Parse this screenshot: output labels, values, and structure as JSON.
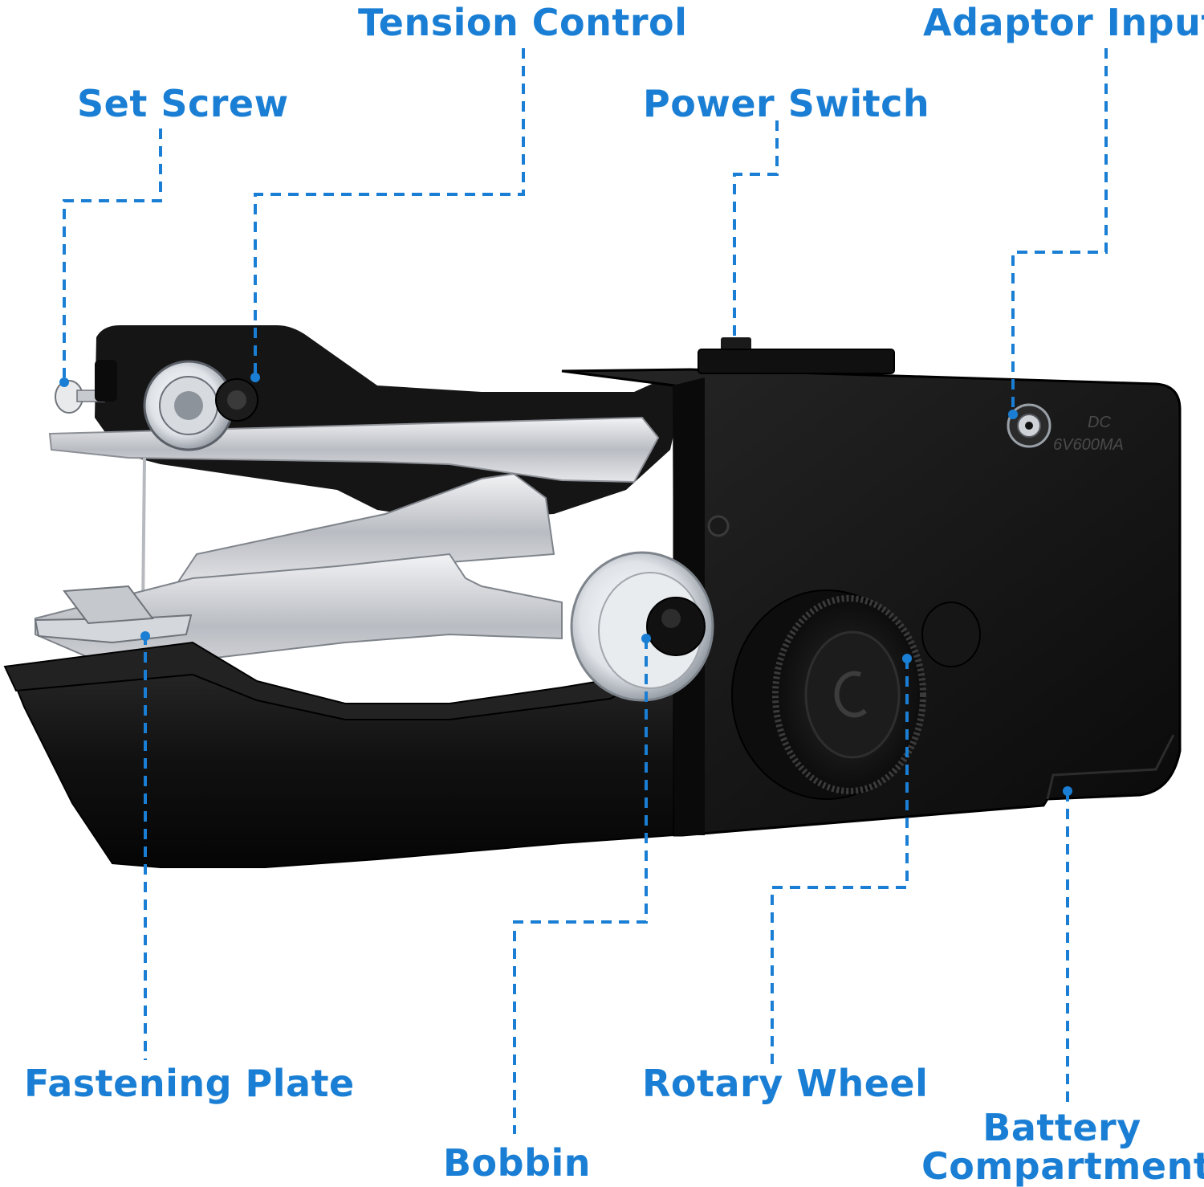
{
  "colors": {
    "label": "#1a7fd4",
    "leader_line": "#1a7fd4",
    "body": "#141414",
    "metal": "#c9ccd1"
  },
  "labels": {
    "tension_control": "Tension Control",
    "adaptor_input": "Adaptor Input",
    "set_screw": "Set Screw",
    "power_switch": "Power Switch",
    "fastening_plate": "Fastening Plate",
    "rotary_wheel": "Rotary Wheel",
    "bobbin": "Bobbin",
    "battery_line1": "Battery",
    "battery_line2": "Compartment"
  },
  "device": {
    "jack_marking_line1": "DC",
    "jack_marking_line2": "6V600MA"
  }
}
